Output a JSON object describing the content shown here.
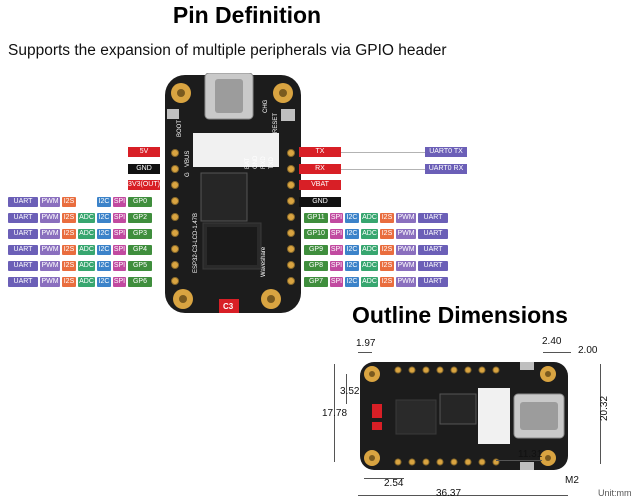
{
  "title": "Pin Definition",
  "subtitle": "Supports the expansion of multiple peripherals via GPIO header",
  "title2": "Outline Dimensions",
  "right_labels": {
    "tx": "TX",
    "uart_tx": "UART0 TX",
    "rx": "RX",
    "uart_rx": "UART0 RX",
    "vbat": "VBAT",
    "gnd": "GND"
  },
  "left_labels": {
    "v5": "5V",
    "gnd": "GND",
    "v33": "3V3(OUT)"
  },
  "left_rows": [
    {
      "tags": [
        "UART",
        "PWM",
        "I2S",
        "",
        "I2C",
        "SPI"
      ],
      "gp": "GP0"
    },
    {
      "tags": [
        "UART",
        "PWM",
        "I2S",
        "ADC",
        "I2C",
        "SPI"
      ],
      "gp": "GP2"
    },
    {
      "tags": [
        "UART",
        "PWM",
        "I2S",
        "ADC",
        "I2C",
        "SPI"
      ],
      "gp": "GP3"
    },
    {
      "tags": [
        "UART",
        "PWM",
        "I2S",
        "ADC",
        "I2C",
        "SPI"
      ],
      "gp": "GP4"
    },
    {
      "tags": [
        "UART",
        "PWM",
        "I2S",
        "ADC",
        "I2C",
        "SPI"
      ],
      "gp": "GP5"
    },
    {
      "tags": [
        "UART",
        "PWM",
        "I2S",
        "ADC",
        "I2C",
        "SPI"
      ],
      "gp": "GP6"
    }
  ],
  "right_rows": [
    {
      "gp": "GP11",
      "tags": [
        "SPI",
        "I2C",
        "ADC",
        "I2S",
        "PWM",
        "UART"
      ]
    },
    {
      "gp": "GP10",
      "tags": [
        "SPI",
        "I2C",
        "ADC",
        "I2S",
        "PWM",
        "UART"
      ]
    },
    {
      "gp": "GP9",
      "tags": [
        "SPI",
        "I2C",
        "ADC",
        "I2S",
        "PWM",
        "UART"
      ]
    },
    {
      "gp": "GP8",
      "tags": [
        "SPI",
        "I2C",
        "ADC",
        "I2S",
        "PWM",
        "UART"
      ]
    },
    {
      "gp": "GP7",
      "tags": [
        "SPI",
        "I2C",
        "ADC",
        "I2S",
        "PWM",
        "UART"
      ]
    }
  ],
  "board_text": {
    "boot": "BOOT",
    "reset": "RESET",
    "vbus": "VBUS",
    "g": "G",
    "gnd": "GND",
    "rxd": "RXD",
    "txd": "TXD",
    "bat": "BAT",
    "c3": "C3",
    "chip": "ESP32-C3-LCD-1.47B",
    "brand": "Waveshare",
    "chg": "CHG"
  },
  "dimensions": {
    "d197": "1.97",
    "d240": "2.40",
    "d200": "2.00",
    "d352": "3.52",
    "d1778": "17.78",
    "d2032": "20.32",
    "d254": "2.54",
    "d1131": "11.31",
    "d3637": "36.37",
    "m2": "M2",
    "unit": "Unit:mm"
  },
  "colors": {
    "board": "#1c1c1c",
    "gold": "#d9a441",
    "red": "#d81f26",
    "gnd": "#111111"
  }
}
